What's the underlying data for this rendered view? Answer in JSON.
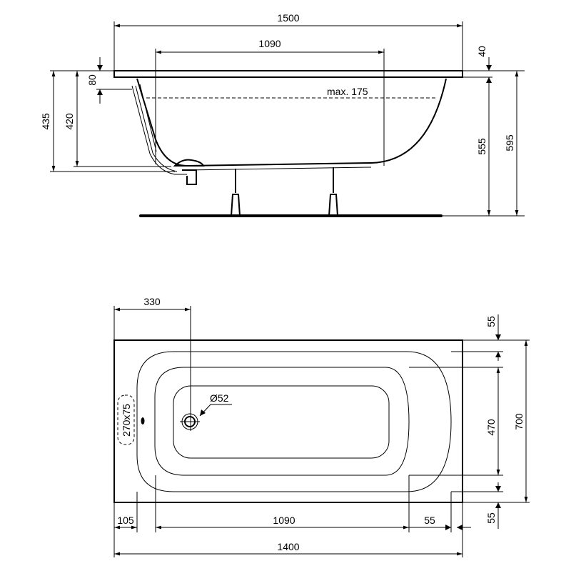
{
  "side_view": {
    "dims": {
      "overall_length": "1500",
      "inner_length": "1090",
      "rim_thickness": "40",
      "height_to_floor_inner": "555",
      "overall_height": "595",
      "height_left_total": "435",
      "height_left_inner": "420",
      "overflow_offset": "80",
      "max_water": "max. 175"
    }
  },
  "top_view": {
    "dims": {
      "drain_offset": "330",
      "drain_diameter": "Ø52",
      "panel_cutout": "270x75",
      "top_margin": "55",
      "inner_width": "470",
      "overall_width": "700",
      "bottom_margin": "55",
      "left_margin": "105",
      "inner_length": "1090",
      "right_margin": "55",
      "overall_length": "1400"
    }
  }
}
